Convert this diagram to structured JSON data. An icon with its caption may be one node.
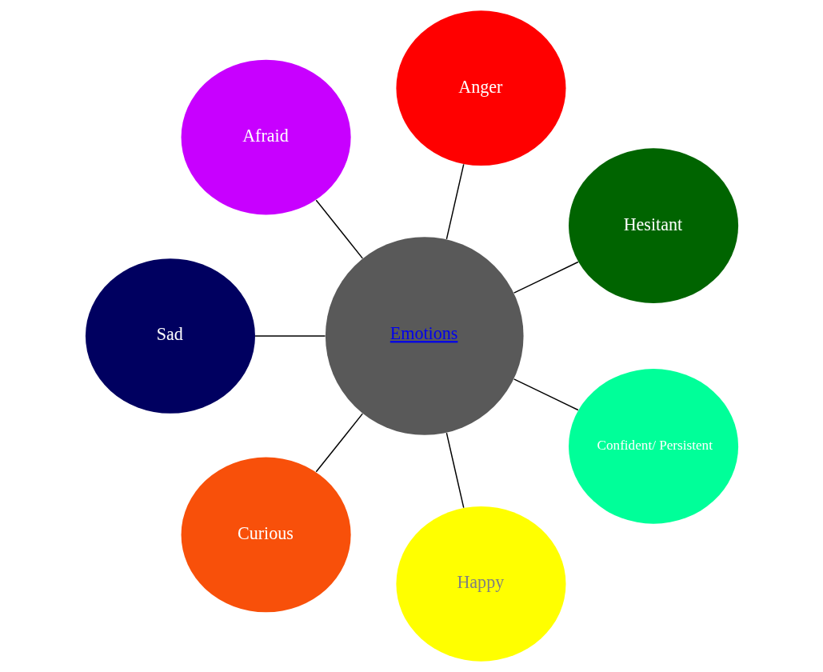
{
  "diagram": {
    "nodes": [
      {
        "text": [
          "Emotions"
        ]
      },
      {
        "text": [
          "Hesitant"
        ]
      },
      {
        "text": [
          "Anger"
        ]
      },
      {
        "text": [
          "Afraid"
        ]
      },
      {
        "text": [
          "Sad"
        ]
      },
      {
        "text": [
          "Curious"
        ]
      },
      {
        "text": [
          "Happy"
        ]
      },
      {
        "text": [
          "Confident/ Persistent"
        ]
      }
    ],
    "edges": [
      {
        "from": 0,
        "to": 1,
        "arrow": "none"
      },
      {
        "from": 0,
        "to": 2,
        "arrow": "none"
      },
      {
        "from": 0,
        "to": 3,
        "arrow": "none"
      },
      {
        "from": 0,
        "to": 4,
        "arrow": "none"
      },
      {
        "from": 0,
        "to": 5,
        "arrow": "none"
      },
      {
        "from": 0,
        "to": 6,
        "arrow": "none"
      },
      {
        "from": 0,
        "to": 7,
        "arrow": "none"
      }
    ]
  }
}
